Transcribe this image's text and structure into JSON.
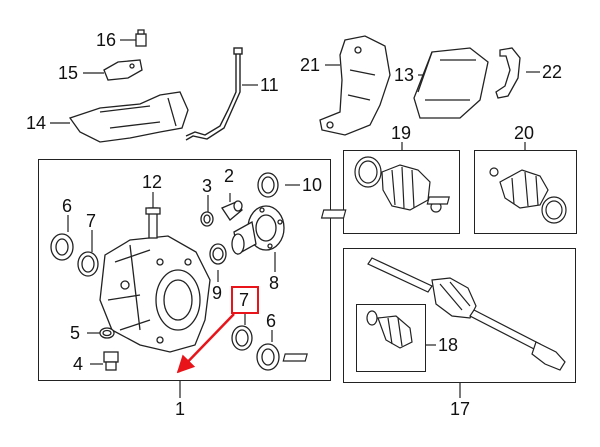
{
  "diagram": {
    "callouts": {
      "p1": "1",
      "p2": "2",
      "p3": "3",
      "p4": "4",
      "p5": "5",
      "p6a": "6",
      "p6b": "6",
      "p7a": "7",
      "p7b": "7",
      "p8": "8",
      "p9": "9",
      "p10": "10",
      "p11": "11",
      "p12": "12",
      "p13": "13",
      "p14": "14",
      "p15": "15",
      "p16": "16",
      "p17": "17",
      "p18": "18",
      "p19": "19",
      "p20": "20",
      "p21": "21",
      "p22": "22"
    },
    "highlight_color": "#e8141a",
    "line_color": "#222222"
  }
}
